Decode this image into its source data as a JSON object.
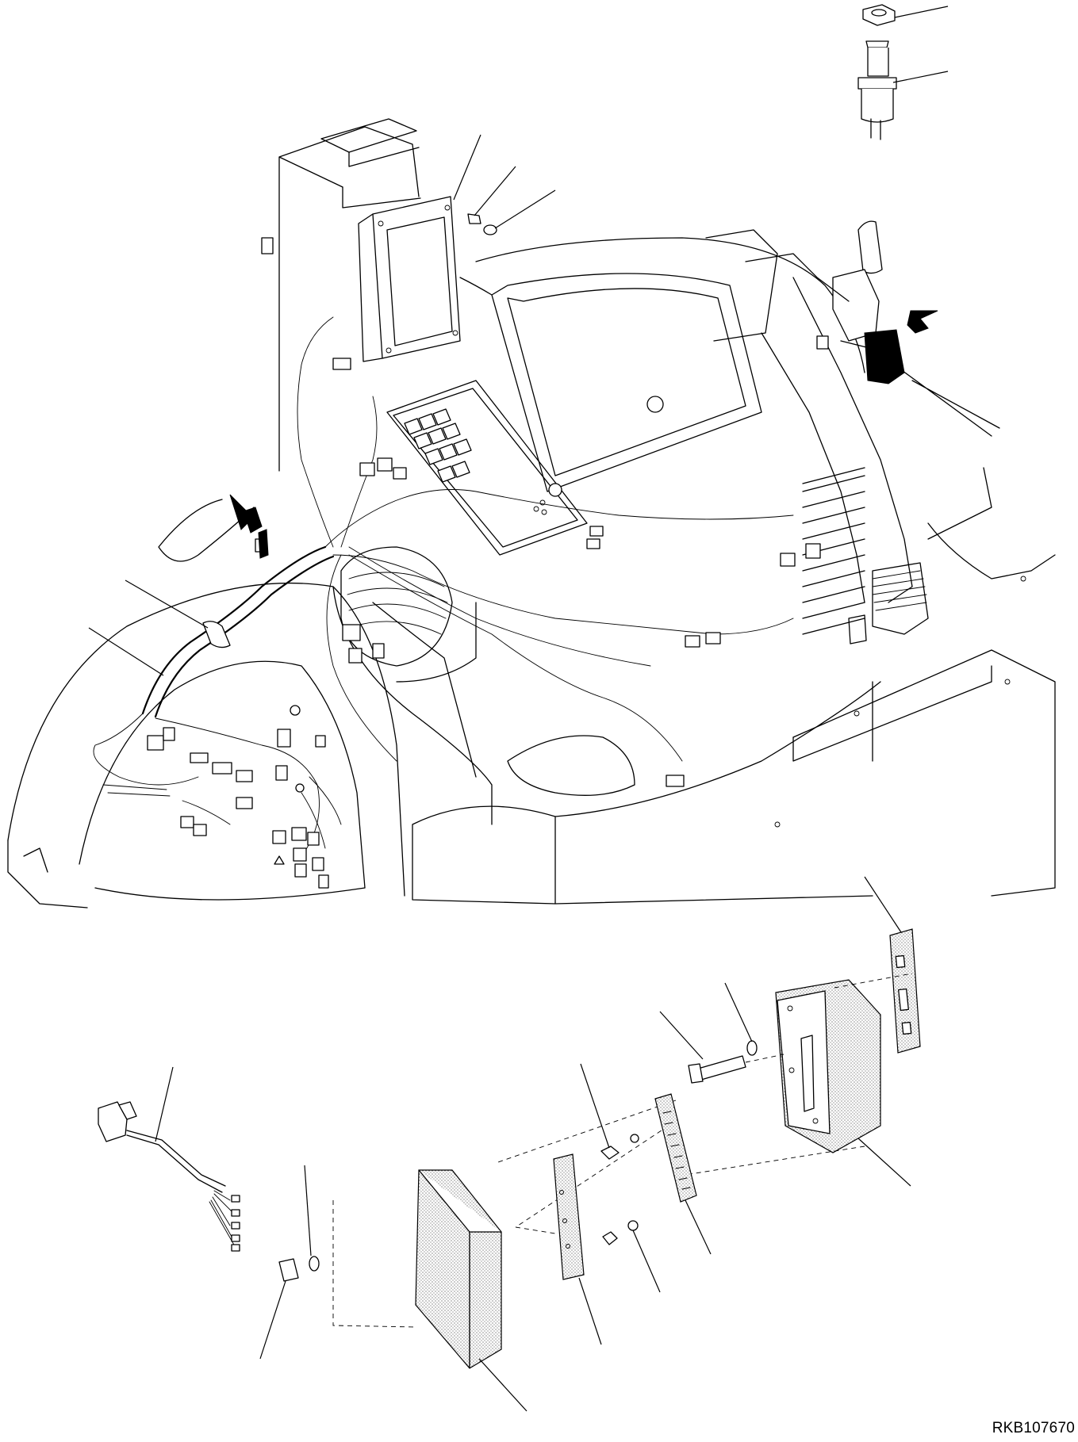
{
  "figure": {
    "drawing_code": "RKB107670",
    "callouts": [
      {
        "id": "top-nut"
      },
      {
        "id": "top-switch"
      },
      {
        "id": "monitor-panel"
      },
      {
        "id": "monitor-bolt"
      },
      {
        "id": "monitor-washer"
      },
      {
        "id": "harness-clamp"
      },
      {
        "id": "wiring-harness"
      },
      {
        "id": "bracket-plate"
      },
      {
        "id": "lower-washer"
      },
      {
        "id": "lower-bolt"
      },
      {
        "id": "controller-large"
      },
      {
        "id": "branch-harness"
      },
      {
        "id": "small-screw"
      },
      {
        "id": "connector-plate"
      },
      {
        "id": "screw-washer"
      },
      {
        "id": "rear-bracket"
      },
      {
        "id": "bottom-washer"
      },
      {
        "id": "bottom-bolt"
      },
      {
        "id": "terminal-block"
      },
      {
        "id": "controller-small"
      }
    ]
  }
}
